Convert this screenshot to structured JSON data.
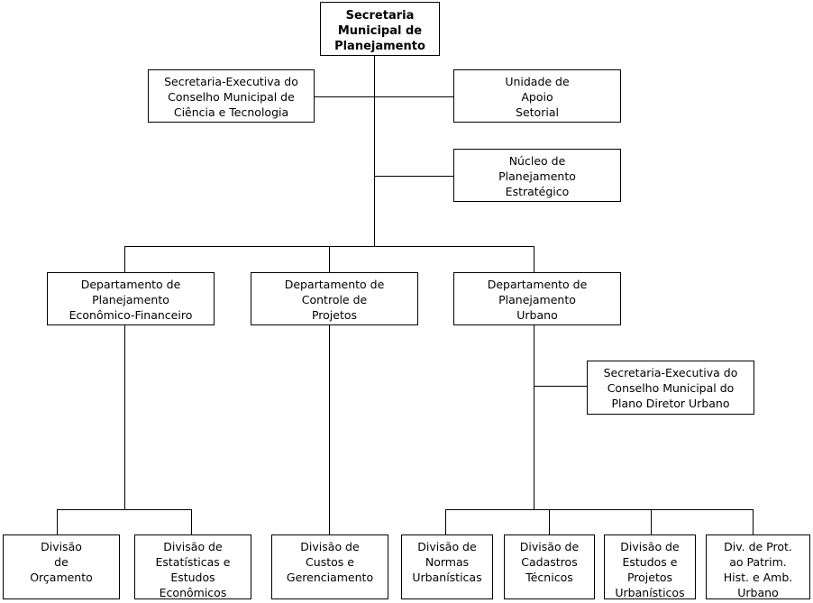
{
  "org_chart": {
    "root": "Secretaria\nMunicipal de\nPlanejamento",
    "staff": {
      "ciencia": "Secretaria-Executiva do\nConselho Municipal de\nCiência e Tecnologia",
      "apoio": "Unidade de\nApoio\nSetorial",
      "nucleo": "Núcleo de\nPlanejamento\nEstratégico"
    },
    "departments": {
      "economico": "Departamento de\nPlanejamento\nEconômico-Financeiro",
      "controle": "Departamento de\nControle de\nProjetos",
      "urbano": "Departamento de\nPlanejamento\nUrbano"
    },
    "urbano_staff": "Secretaria-Executiva do\nConselho Municipal do\nPlano Diretor Urbano",
    "divisions": {
      "orcamento": "Divisão\nde\nOrçamento",
      "estatisticas": "Divisão de\nEstatísticas e\nEstudos\nEconômicos",
      "custos": "Divisão de\nCustos e\nGerenciamento",
      "normas": "Divisão de\nNormas\nUrbanísticas",
      "cadastros": "Divisão de\nCadastros\nTécnicos",
      "estudos": "Divisão de\nEstudos e\nProjetos\nUrbanísticos",
      "patrimonio": "Div. de Prot.\nao Patrim.\nHist. e Amb.\nUrbano"
    }
  }
}
